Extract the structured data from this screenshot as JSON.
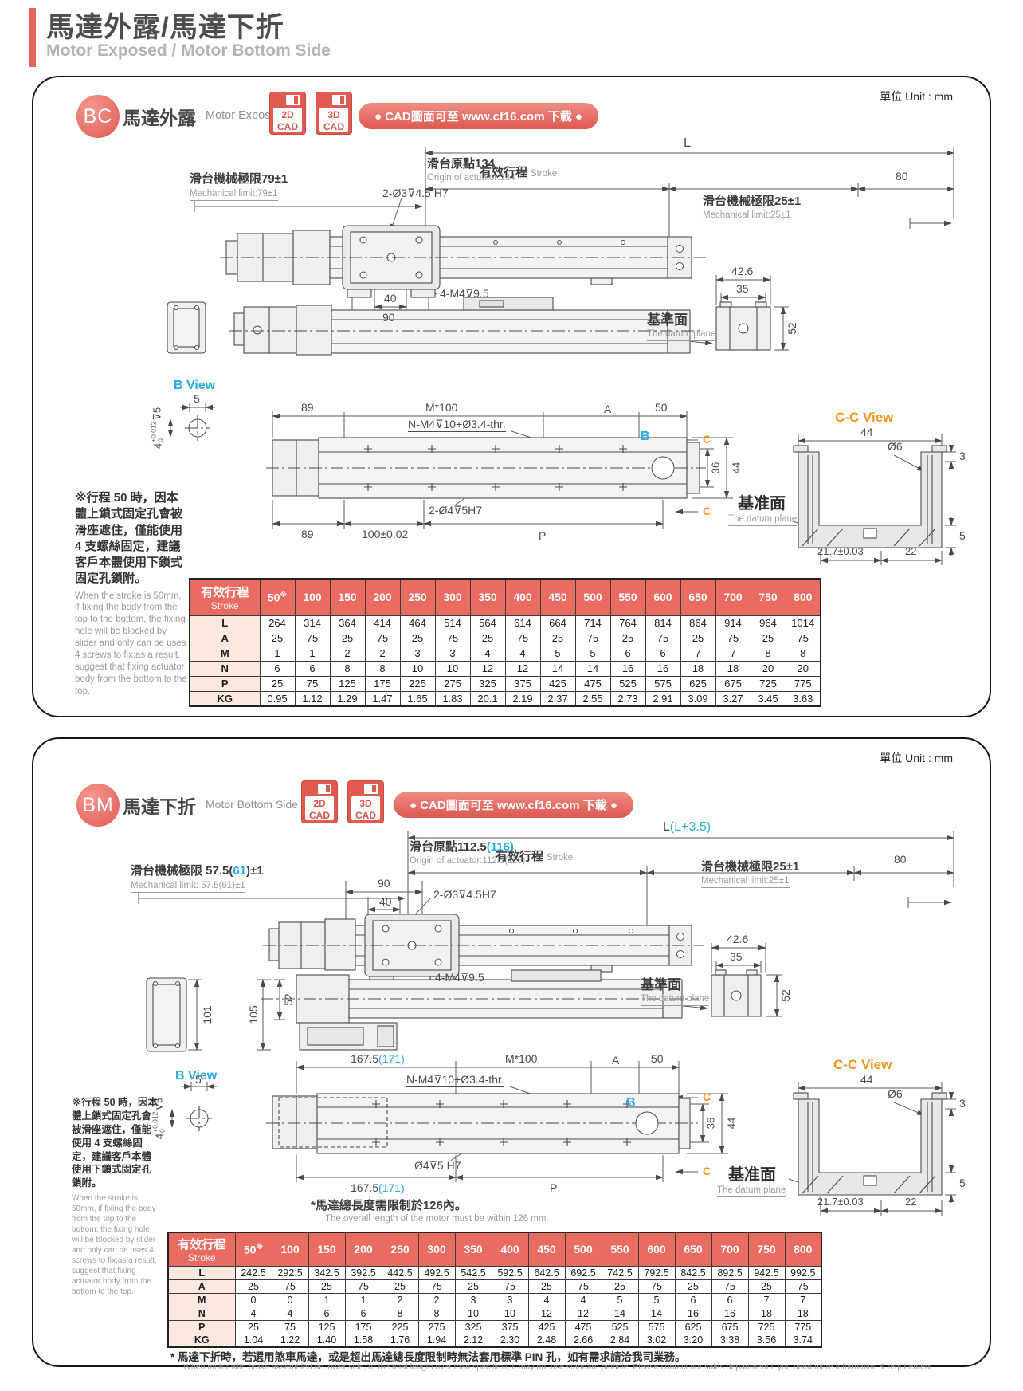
{
  "page": {
    "title_zh": "馬達外露/馬達下折",
    "title_en": "Motor Exposed / Motor Bottom Side"
  },
  "colors": {
    "accent": "#e4645b",
    "table_header": "#e96b61",
    "row_label_bg": "#fbe9e0",
    "cyan": "#29abe2",
    "orange": "#f7941d"
  },
  "common": {
    "unit": "單位 Unit : mm",
    "cad_pill": "● CAD圖面可至 www.cf16.com 下載 ●",
    "cad2d": {
      "l1": "2D",
      "l2": "CAD"
    },
    "cad3d": {
      "l1": "3D",
      "l2": "CAD"
    },
    "b_view": "B View",
    "cc_view": "C-C View",
    "b": "B",
    "c": "C",
    "datum_top_zh": "基準面",
    "datum_bottom_zh": "基准面",
    "datum_en": "The datum plane",
    "tol": {
      "base": "4",
      "sup": "+0.012",
      "sub": "0",
      "tail": "⊽5"
    }
  },
  "bc": {
    "badge": "BC",
    "title_zh": "馬達外露",
    "title_en": "Motor Exposed",
    "dims": {
      "L": "L",
      "origin_zh": "滑台原點134",
      "origin_en": "Origin of actuator:134",
      "stroke_zh": "有效行程",
      "stroke_en": "Stroke",
      "d80": "80",
      "mech_left_zh": "滑台機械極限79±1",
      "mech_left_en": "Mechanical limit:79±1",
      "mech_right_zh": "滑台機械極限25±1",
      "mech_right_en": "Mechanical limit:25±1",
      "holes_top": "2-Ø3⊽4.5 H7",
      "d40": "40",
      "d90": "90",
      "screws": "4-M4⊽9.5",
      "d42_6": "42.6",
      "d35": "35",
      "d52": "52",
      "d5": "5",
      "d89a": "89",
      "m100": "M*100",
      "A": "A",
      "d50": "50",
      "n_holes": "N-M4⊽10+Ø3.4-thr.",
      "holes_plan": "2-Ø4⊽5H7",
      "d89b": "89",
      "d100": "100±0.02",
      "P": "P",
      "d36": "36",
      "d44": "44",
      "cc44": "44",
      "dia6": "Ø6",
      "d3": "3",
      "d5b": "5",
      "d21_7": "21.7±0.03",
      "d22": "22"
    },
    "note_zh": "※行程 50 時，因本體上鎖式固定孔會被滑座遮住，僅能使用 4 支螺絲固定，建議客戶本體使用下鎖式固定孔鎖附。",
    "note_en": "When the stroke is 50mm, if fixing the body from the top to the bottom, the fixing hole will be blocked by slider and only can be uses 4 screws to fix;as a result, suggest that fixing actuator body from the bottom to the top.",
    "table": {
      "header_zh": "有效行程",
      "header_en": "Stroke",
      "col_mark": "※",
      "columns": [
        "50",
        "100",
        "150",
        "200",
        "250",
        "300",
        "350",
        "400",
        "450",
        "500",
        "550",
        "600",
        "650",
        "700",
        "750",
        "800"
      ],
      "rows": [
        {
          "label": "L",
          "values": [
            "264",
            "314",
            "364",
            "414",
            "464",
            "514",
            "564",
            "614",
            "664",
            "714",
            "764",
            "814",
            "864",
            "914",
            "964",
            "1014"
          ]
        },
        {
          "label": "A",
          "values": [
            "25",
            "75",
            "25",
            "75",
            "25",
            "75",
            "25",
            "75",
            "25",
            "75",
            "25",
            "75",
            "25",
            "75",
            "25",
            "75"
          ]
        },
        {
          "label": "M",
          "values": [
            "1",
            "1",
            "2",
            "2",
            "3",
            "3",
            "4",
            "4",
            "5",
            "5",
            "6",
            "6",
            "7",
            "7",
            "8",
            "8"
          ]
        },
        {
          "label": "N",
          "values": [
            "6",
            "6",
            "8",
            "8",
            "10",
            "10",
            "12",
            "12",
            "14",
            "14",
            "16",
            "16",
            "18",
            "18",
            "20",
            "20"
          ]
        },
        {
          "label": "P",
          "values": [
            "25",
            "75",
            "125",
            "175",
            "225",
            "275",
            "325",
            "375",
            "425",
            "475",
            "525",
            "575",
            "625",
            "675",
            "725",
            "775"
          ]
        },
        {
          "label": "KG",
          "values": [
            "0.95",
            "1.12",
            "1.29",
            "1.47",
            "1.65",
            "1.83",
            "20.1",
            "2.19",
            "2.37",
            "2.55",
            "2.73",
            "2.91",
            "3.09",
            "3.27",
            "3.45",
            "3.63"
          ]
        }
      ]
    }
  },
  "bm": {
    "badge": "BM",
    "title_zh": "馬達下折",
    "title_en": "Motor Bottom Side",
    "dims": {
      "L_pre": "L",
      "L_paren": "(L+3.5)",
      "origin_zh_pre": "滑台原點112.5",
      "origin_zh_paren": "(116)",
      "origin_en": "Origin of actuator:112.5(116)",
      "stroke_zh": "有效行程",
      "stroke_en": "Stroke",
      "d80": "80",
      "mech_left_pre": "滑台機械極限 57.5(",
      "mech_left_blue": "61",
      "mech_left_post": ")±1",
      "mech_left_en": "Mechanical limit: 57.5(61)±1",
      "mech_right_zh": "滑台機械極限25±1",
      "mech_right_en": "Mechanical limit:25±1",
      "d90": "90",
      "d40": "40",
      "holes_top": "2-Ø3⊽4.5H7",
      "screws": "4-M4⊽9.5",
      "d42_6": "42.6",
      "d35": "35",
      "d52a": "52",
      "d101": "101",
      "d105": "105",
      "d52b": "52",
      "d167_pre": "167.5",
      "d167_paren": "(171)",
      "m100": "M*100",
      "A": "A",
      "d50": "50",
      "n_holes": "N-M4⊽10+Ø3.4-thr.",
      "holes_plan": "Ø4⊽5 H7",
      "P": "P",
      "d167b_pre": "167.5",
      "d167b_paren": "(171)",
      "motor_zh": "*馬達總長度需限制於126內。",
      "motor_en": "The overall length of the motor must be within 126 mm.",
      "d5": "5",
      "d36": "36",
      "d44": "44",
      "cc44": "44",
      "dia6": "Ø6",
      "d3": "3",
      "d5b": "5",
      "d21_7": "21.7±0.03",
      "d22": "22"
    },
    "note_zh": "※行程 50 時，因本體上鎖式固定孔會被滑座遮住，僅能使用 4 支螺絲固定，建議客戶本體使用下鎖式固定孔鎖附。",
    "note_en": "When the stroke is 50mm, if fixing the body from the top to the bottom, the fixing hole will be blocked by slider and only can be uses 4 screws to fix;as a result, suggest that fixing actuator body from the bottom to the top.",
    "footer_zh": "* 馬達下折時，若選用煞車馬達，或是超出馬達總長度限制時無法套用標準 PIN 孔，如有需求請洽我司業務。",
    "footer_en": "When motor with brake assembled on lower side, or the total length over than spec limit, it may not use standard pinhole. Please contact our sales department if you need more information & requirement.",
    "table": {
      "header_zh": "有效行程",
      "header_en": "Stroke",
      "col_mark": "※",
      "columns": [
        "50",
        "100",
        "150",
        "200",
        "250",
        "300",
        "350",
        "400",
        "450",
        "500",
        "550",
        "600",
        "650",
        "700",
        "750",
        "800"
      ],
      "rows": [
        {
          "label": "L",
          "values": [
            "242.5",
            "292.5",
            "342.5",
            "392.5",
            "442.5",
            "492.5",
            "542.5",
            "592.5",
            "642.5",
            "692.5",
            "742.5",
            "792.5",
            "842.5",
            "892.5",
            "942.5",
            "992.5"
          ]
        },
        {
          "label": "A",
          "values": [
            "25",
            "75",
            "25",
            "75",
            "25",
            "75",
            "25",
            "75",
            "25",
            "75",
            "25",
            "75",
            "25",
            "75",
            "25",
            "75"
          ]
        },
        {
          "label": "M",
          "values": [
            "0",
            "0",
            "1",
            "1",
            "2",
            "2",
            "3",
            "3",
            "4",
            "4",
            "5",
            "5",
            "6",
            "6",
            "7",
            "7"
          ]
        },
        {
          "label": "N",
          "values": [
            "4",
            "4",
            "6",
            "6",
            "8",
            "8",
            "10",
            "10",
            "12",
            "12",
            "14",
            "14",
            "16",
            "16",
            "18",
            "18"
          ]
        },
        {
          "label": "P",
          "values": [
            "25",
            "75",
            "125",
            "175",
            "225",
            "275",
            "325",
            "375",
            "425",
            "475",
            "525",
            "575",
            "625",
            "675",
            "725",
            "775"
          ]
        },
        {
          "label": "KG",
          "values": [
            "1.04",
            "1.22",
            "1.40",
            "1.58",
            "1.76",
            "1.94",
            "2.12",
            "2.30",
            "2.48",
            "2.66",
            "2.84",
            "3.02",
            "3.20",
            "3.38",
            "3.56",
            "3.74"
          ]
        }
      ]
    }
  }
}
